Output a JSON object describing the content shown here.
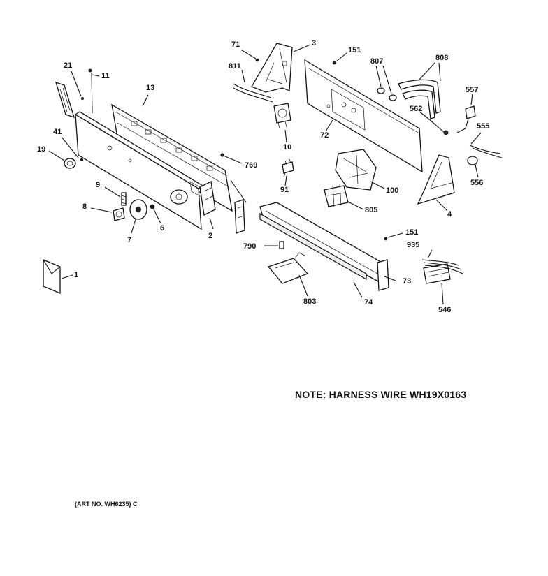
{
  "note": "NOTE: HARNESS WIRE WH19X0163",
  "art_number": "(ART NO. WH6235) C",
  "callouts": [
    {
      "id": "1",
      "label": "1"
    },
    {
      "id": "2",
      "label": "2"
    },
    {
      "id": "3",
      "label": "3"
    },
    {
      "id": "4",
      "label": "4"
    },
    {
      "id": "6",
      "label": "6"
    },
    {
      "id": "7",
      "label": "7"
    },
    {
      "id": "8",
      "label": "8"
    },
    {
      "id": "9",
      "label": "9"
    },
    {
      "id": "10",
      "label": "10"
    },
    {
      "id": "11",
      "label": "11"
    },
    {
      "id": "13",
      "label": "13"
    },
    {
      "id": "19",
      "label": "19"
    },
    {
      "id": "21",
      "label": "21"
    },
    {
      "id": "41",
      "label": "41"
    },
    {
      "id": "71",
      "label": "71"
    },
    {
      "id": "72",
      "label": "72"
    },
    {
      "id": "73",
      "label": "73"
    },
    {
      "id": "74",
      "label": "74"
    },
    {
      "id": "91",
      "label": "91"
    },
    {
      "id": "100",
      "label": "100"
    },
    {
      "id": "151a",
      "label": "151"
    },
    {
      "id": "151b",
      "label": "151"
    },
    {
      "id": "546",
      "label": "546"
    },
    {
      "id": "555",
      "label": "555"
    },
    {
      "id": "556",
      "label": "556"
    },
    {
      "id": "557",
      "label": "557"
    },
    {
      "id": "562",
      "label": "562"
    },
    {
      "id": "769",
      "label": "769"
    },
    {
      "id": "790",
      "label": "790"
    },
    {
      "id": "803",
      "label": "803"
    },
    {
      "id": "805",
      "label": "805"
    },
    {
      "id": "807",
      "label": "807"
    },
    {
      "id": "808",
      "label": "808"
    },
    {
      "id": "811",
      "label": "811"
    },
    {
      "id": "935",
      "label": "935"
    }
  ]
}
